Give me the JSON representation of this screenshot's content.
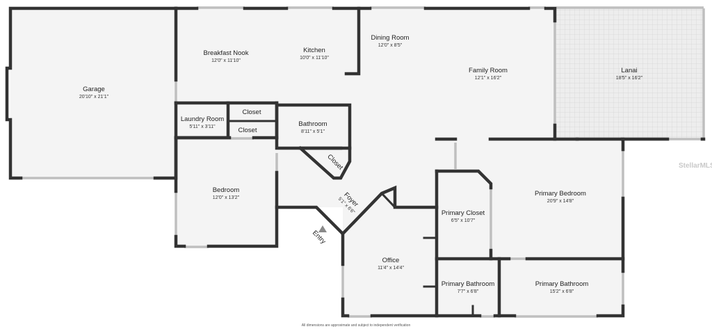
{
  "rooms": {
    "garage": {
      "name": "Garage",
      "dims": "20'10\" x 21'1\""
    },
    "breakfast_nook": {
      "name": "Breakfast Nook",
      "dims": "12'0\" x 11'10\""
    },
    "kitchen": {
      "name": "Kitchen",
      "dims": "10'0\" x 11'10\""
    },
    "dining_room": {
      "name": "Dining Room",
      "dims": "12'0\" x 8'5\""
    },
    "family_room": {
      "name": "Family Room",
      "dims": "12'1\" x 16'2\""
    },
    "lanai": {
      "name": "Lanai",
      "dims": "18'5\" x 16'2\""
    },
    "laundry_room": {
      "name": "Laundry Room",
      "dims": "5'11\" x 3'11\""
    },
    "closet_1": {
      "name": "Closet"
    },
    "closet_2": {
      "name": "Closet"
    },
    "bathroom": {
      "name": "Bathroom",
      "dims": "8'11\" x 5'1\""
    },
    "closet_3": {
      "name": "Closet"
    },
    "bedroom": {
      "name": "Bedroom",
      "dims": "12'0\" x 13'2\""
    },
    "foyer": {
      "name": "Foyer",
      "dims": "5'1\" x 6'6\""
    },
    "entry": {
      "name": "Entry"
    },
    "primary_closet": {
      "name": "Primary Closet",
      "dims": "6'5\" x 10'7\""
    },
    "primary_bedroom": {
      "name": "Primary Bedroom",
      "dims": "20'9\" x 14'8\""
    },
    "office": {
      "name": "Office",
      "dims": "11'4\" x 14'4\""
    },
    "primary_bathroom_1": {
      "name": "Primary Bathroom",
      "dims": "7'7\" x 6'8\""
    },
    "primary_bathroom_2": {
      "name": "Primary Bathroom",
      "dims": "15'2\" x 6'8\""
    }
  },
  "disclaimer": "All dimensions are approximate and subject to independent verification",
  "watermark": "StellarMLS",
  "colors": {
    "wall": "#333333",
    "floor": "#f4f4f4",
    "lanai_floor": "#ececec",
    "window": "#bfbfbf",
    "entry_arrow": "#8a8a8a"
  }
}
